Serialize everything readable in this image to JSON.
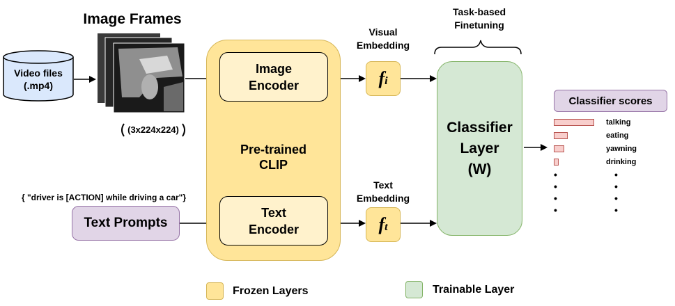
{
  "inputs": {
    "video_label": "Video files\n(.mp4)",
    "frames_title": "Image Frames",
    "frames_dims": "(3x224x224)",
    "prompt_template": "{ \"driver is [ACTION] while driving a car\"}",
    "text_prompts": "Text Prompts"
  },
  "clip": {
    "label": "Pre-trained\nCLIP",
    "image_encoder": "Image\nEncoder",
    "text_encoder": "Text\nEncoder"
  },
  "embeddings": {
    "visual_label": "Visual\nEmbedding",
    "visual_symbol": "f",
    "visual_sub": "i",
    "text_label": "Text\nEmbedding",
    "text_symbol": "f",
    "text_sub": "t"
  },
  "classifier": {
    "finetune_label": "Task-based\nFinetuning",
    "label": "Classifier\nLayer\n(W)"
  },
  "scores": {
    "title": "Classifier scores",
    "items": [
      {
        "label": "talking",
        "value": 1.0
      },
      {
        "label": "eating",
        "value": 0.35
      },
      {
        "label": "yawning",
        "value": 0.25
      },
      {
        "label": "drinking",
        "value": 0.12
      }
    ]
  },
  "legend": {
    "frozen": "Frozen Layers",
    "trainable": "Trainable Layer"
  },
  "colors": {
    "frozen": "#ffe599",
    "trainable": "#d5e8d4",
    "prompt": "#e1d5e7",
    "video": "#dae8fc",
    "score_bar": "#f8cecc"
  }
}
